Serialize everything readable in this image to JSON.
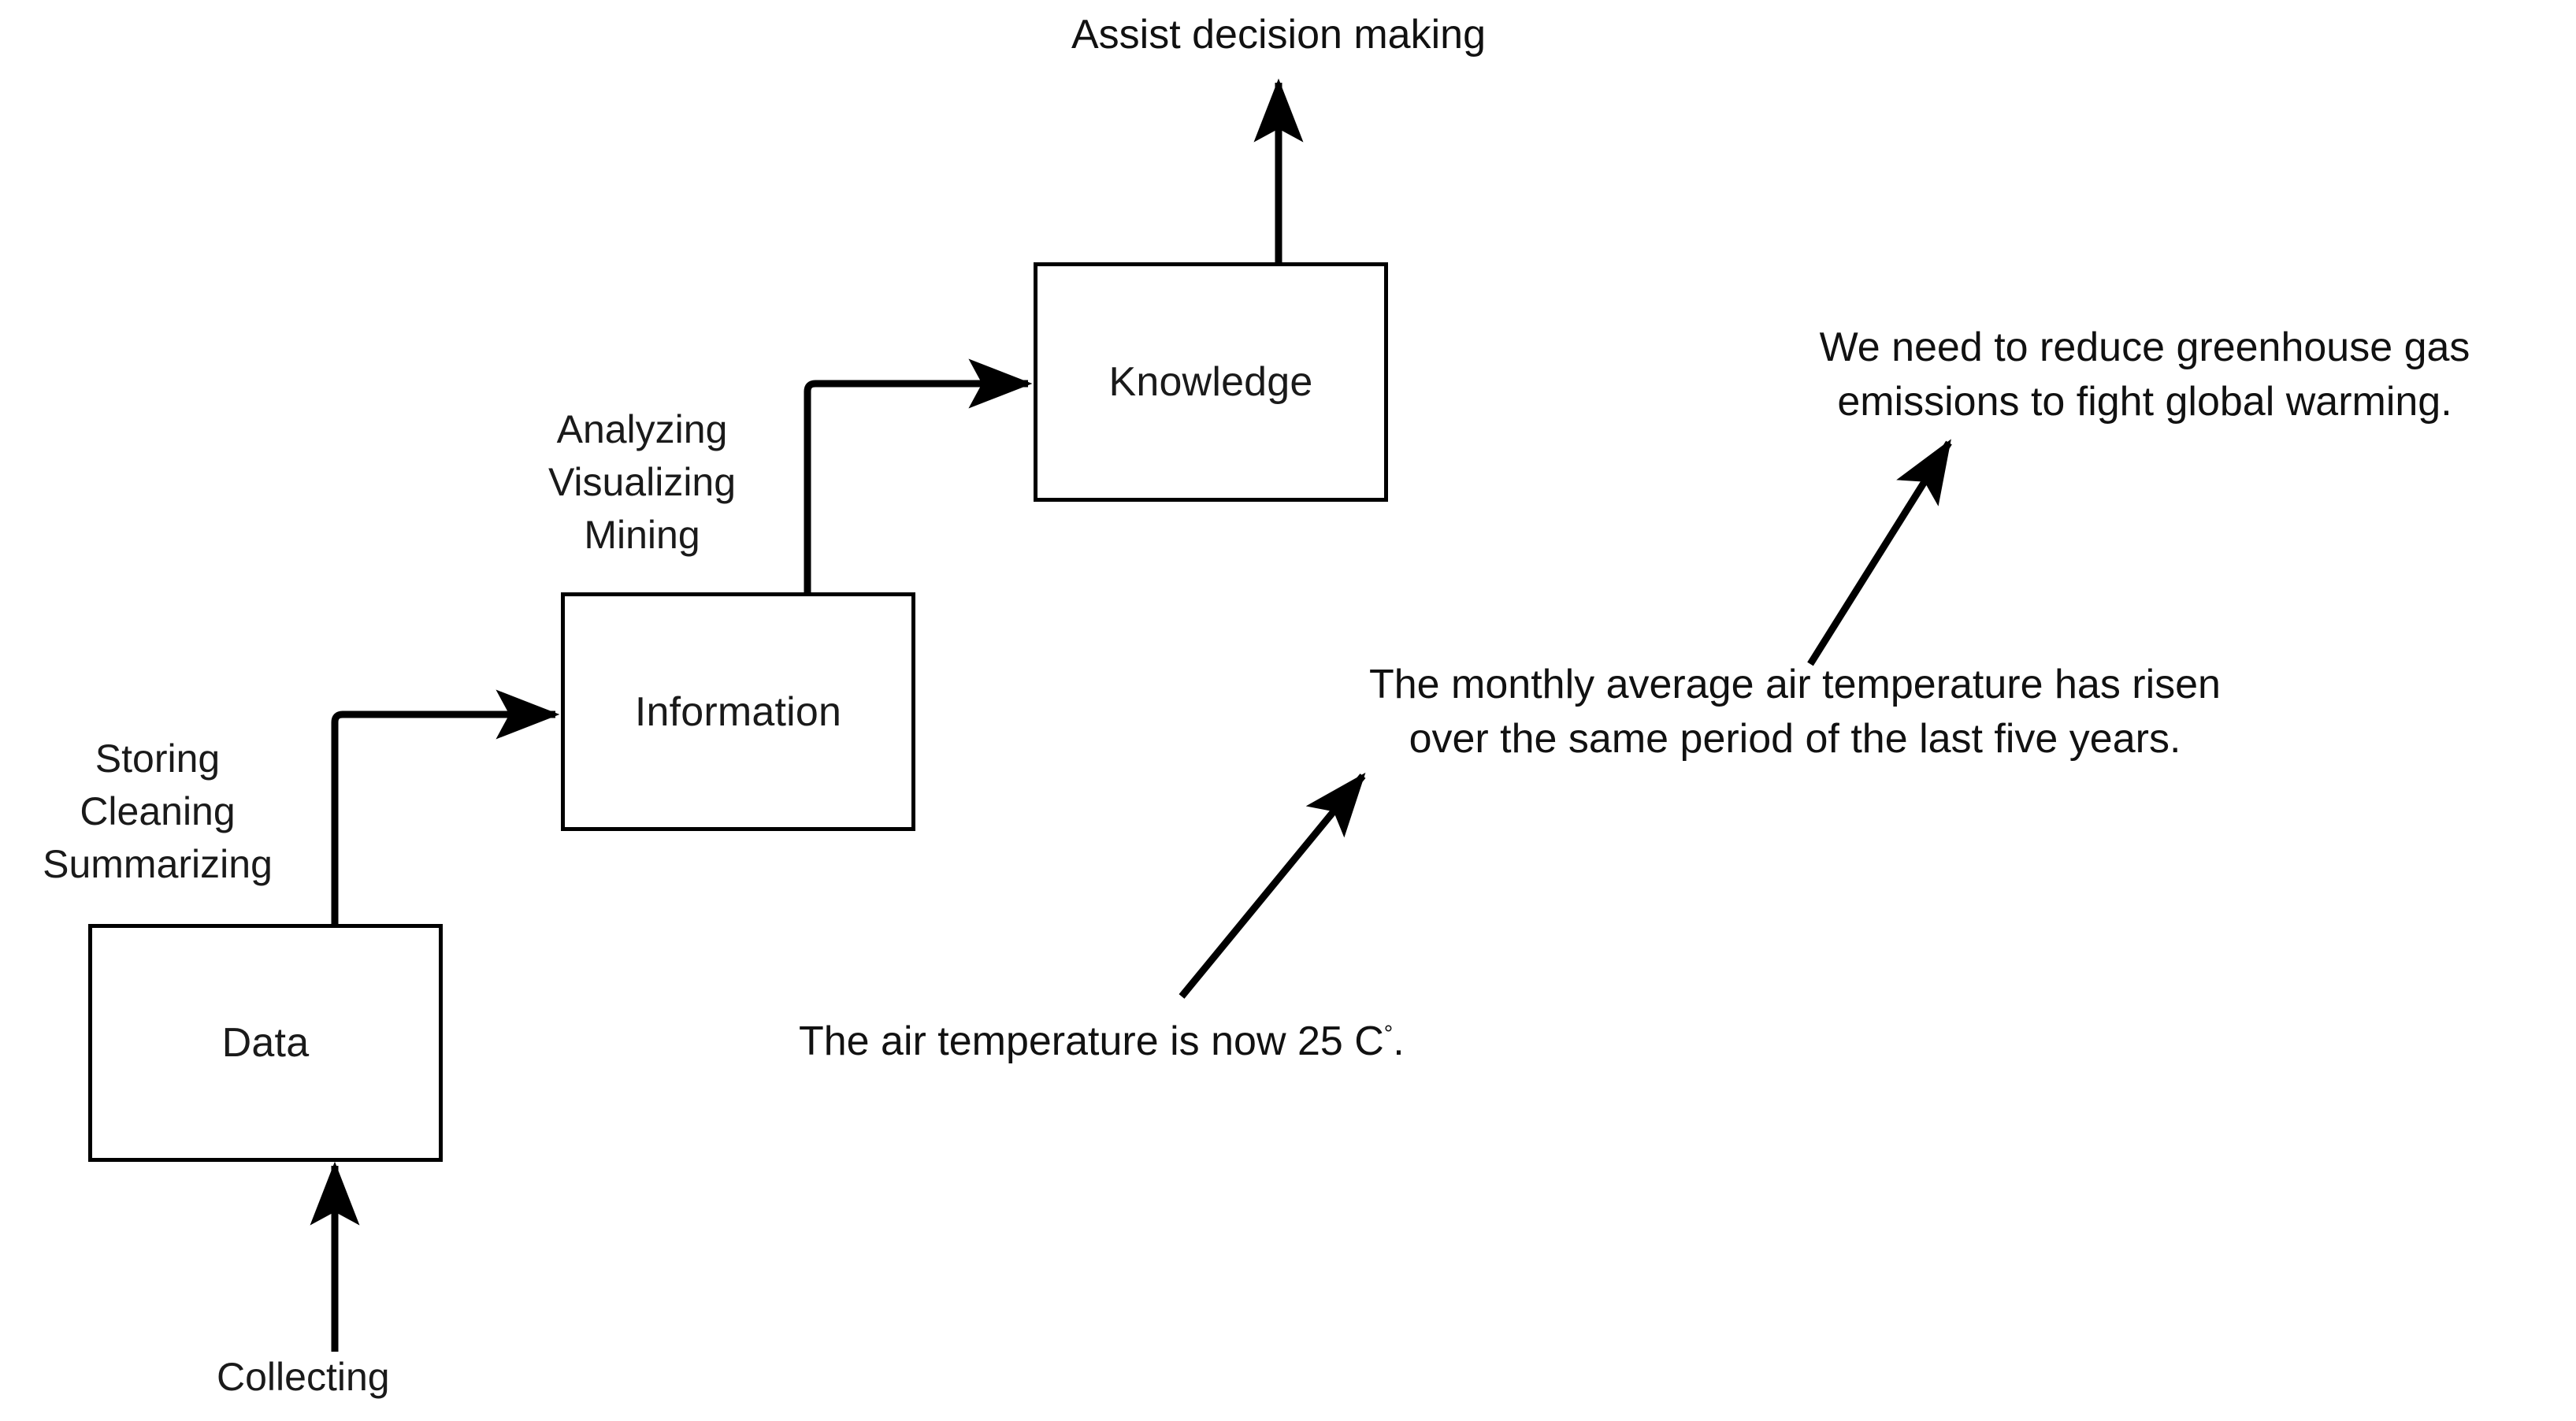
{
  "diagram": {
    "title": "Data to Information to Knowledge pipeline",
    "stroke_color": "#000000",
    "text_color": "#1a1a1a",
    "background": "#ffffff",
    "nodes": [
      {
        "id": "data",
        "label": "Data"
      },
      {
        "id": "information",
        "label": "Information"
      },
      {
        "id": "knowledge",
        "label": "Knowledge"
      }
    ],
    "edge_labels": {
      "collecting": "Collecting",
      "storing_cleaning_summarizing": {
        "line1": "Storing",
        "line2": "Cleaning",
        "line3": "Summarizing"
      },
      "analyzing_visualizing_mining": {
        "line1": "Analyzing",
        "line2": "Visualizing",
        "line3": "Mining"
      },
      "outcome": "Assist decision making"
    },
    "examples": {
      "data_example": {
        "line1": "The air temperature is now 25 C",
        "degree": "°",
        "line1_suffix": "."
      },
      "information_example": {
        "line1": "The monthly average air temperature has risen",
        "line2": "over the same period of the last five years."
      },
      "knowledge_example": {
        "line1": "We need to reduce greenhouse gas",
        "line2": "emissions to fight global warming."
      }
    }
  }
}
